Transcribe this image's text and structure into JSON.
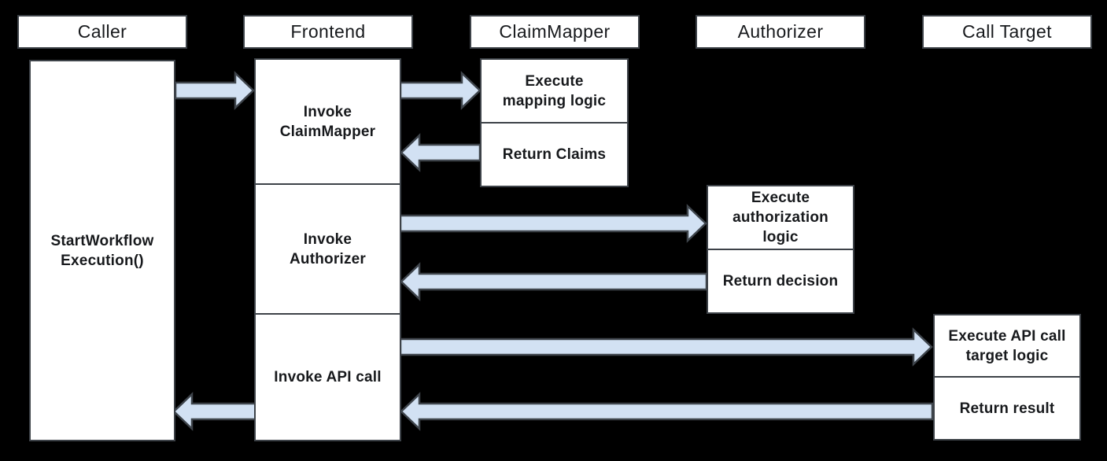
{
  "diagram": {
    "colors": {
      "background": "#000000",
      "box_fill": "#ffffff",
      "box_border": "#3d4248",
      "arrow_fill": "#d2e1f3",
      "arrow_border": "#3e444b",
      "text": "#17191c"
    },
    "lanes": [
      {
        "header": "Caller",
        "boxes": [
          {
            "label": "StartWorkflow\nExecution()"
          }
        ]
      },
      {
        "header": "Frontend",
        "boxes": [
          {
            "label": "Invoke\nClaimMapper"
          },
          {
            "label": "Invoke\nAuthorizer"
          },
          {
            "label": "Invoke API call"
          }
        ]
      },
      {
        "header": "ClaimMapper",
        "boxes": [
          {
            "label": "Execute\nmapping logic"
          },
          {
            "label": "Return Claims"
          }
        ]
      },
      {
        "header": "Authorizer",
        "boxes": [
          {
            "label": "Execute\nauthorization\nlogic"
          },
          {
            "label": "Return decision"
          }
        ]
      },
      {
        "header": "Call Target",
        "boxes": [
          {
            "label": "Execute API call\ntarget logic"
          },
          {
            "label": "Return result"
          }
        ]
      }
    ],
    "flows": [
      {
        "from": "Caller",
        "to": "Frontend"
      },
      {
        "from": "Frontend",
        "to": "ClaimMapper"
      },
      {
        "from": "ClaimMapper",
        "to": "Frontend"
      },
      {
        "from": "Frontend",
        "to": "Authorizer"
      },
      {
        "from": "Authorizer",
        "to": "Frontend"
      },
      {
        "from": "Frontend",
        "to": "Call Target"
      },
      {
        "from": "Call Target",
        "to": "Frontend"
      },
      {
        "from": "Frontend",
        "to": "Caller"
      }
    ]
  }
}
